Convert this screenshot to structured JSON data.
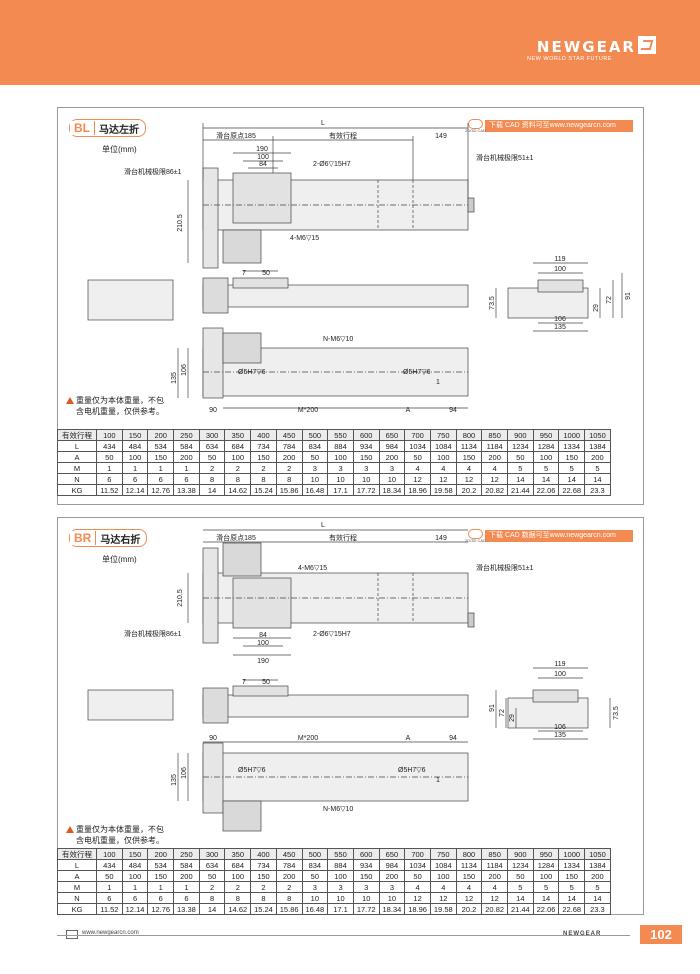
{
  "brand": {
    "name": "NEWGEAR",
    "tagline": "NEW WORLD STAR FUTURE",
    "accent": "#f28a52"
  },
  "sections": [
    {
      "code": "BL",
      "title": "马达左折",
      "unit": "单位(mm)",
      "cad": {
        "icon_text": "2D/3D CAD",
        "text": "下载 CAD 资料可至www.newgearcn.com"
      },
      "dims": {
        "L": "L",
        "origin": "滑台原点185",
        "stroke": "有效行程",
        "d149": "149",
        "d190": "190",
        "d100": "100",
        "d84": "84",
        "hole": "2-Ø6▽15H7",
        "left_limit": "滑台机械极限86±1",
        "right_limit": "滑台机械极限51±1",
        "d2105": "210.5",
        "m6": "4-M6▽15",
        "d7": "7",
        "d50": "50",
        "nm6": "N-M6▽10",
        "d135": "135",
        "d106": "106",
        "pin1": "Ø5H7▽6",
        "pin2": "Ø5H7▽6",
        "d1": "1",
        "d90": "90",
        "mx200": "M*200",
        "dA": "A",
        "d94": "94",
        "e119": "119",
        "e100": "100",
        "e735": "73.5",
        "e29": "29",
        "e72": "72",
        "e91": "91",
        "e106": "106",
        "e135": "135"
      },
      "note": [
        "重量仅为本体重量，不包",
        "含电机重量，仅供参考。"
      ]
    },
    {
      "code": "BR",
      "title": "马达右折",
      "unit": "单位(mm)",
      "cad": {
        "icon_text": "2D/3D CAD",
        "text": "下载 CAD 数据可至www.newgearcn.com"
      },
      "dims": {
        "L": "L",
        "origin": "滑台原点185",
        "stroke": "有效行程",
        "d149": "149",
        "d190": "190",
        "d100": "100",
        "d84": "84",
        "hole": "2-Ø6▽15H7",
        "left_limit": "滑台机械极限86±1",
        "right_limit": "滑台机械极限51±1",
        "d2105": "210.5",
        "m6": "4-M6▽15",
        "d7": "7",
        "d50": "50",
        "nm6": "N-M6▽10",
        "d135": "135",
        "d106": "106",
        "pin1": "Ø5H7▽6",
        "pin2": "Ø5H7▽6",
        "d1": "1",
        "d90": "90",
        "mx200": "M*200",
        "dA": "A",
        "d94": "94",
        "e119": "119",
        "e100": "100",
        "e735": "73.5",
        "e29": "29",
        "e72": "72",
        "e91": "91",
        "e106": "106",
        "e135": "135"
      },
      "note": [
        "重量仅为本体重量，不包",
        "含电机重量，仅供参考。"
      ]
    }
  ],
  "table": {
    "stroke_label": "有效行程",
    "strokes": [
      "100",
      "150",
      "200",
      "250",
      "300",
      "350",
      "400",
      "450",
      "500",
      "550",
      "600",
      "650",
      "700",
      "750",
      "800",
      "850",
      "900",
      "950",
      "1000",
      "1050"
    ],
    "rows": [
      {
        "label": "L",
        "values": [
          "434",
          "484",
          "534",
          "584",
          "634",
          "684",
          "734",
          "784",
          "834",
          "884",
          "934",
          "984",
          "1034",
          "1084",
          "1134",
          "1184",
          "1234",
          "1284",
          "1334",
          "1384"
        ]
      },
      {
        "label": "A",
        "values": [
          "50",
          "100",
          "150",
          "200",
          "50",
          "100",
          "150",
          "200",
          "50",
          "100",
          "150",
          "200",
          "50",
          "100",
          "150",
          "200",
          "50",
          "100",
          "150",
          "200"
        ]
      },
      {
        "label": "M",
        "values": [
          "1",
          "1",
          "1",
          "1",
          "2",
          "2",
          "2",
          "2",
          "3",
          "3",
          "3",
          "3",
          "4",
          "4",
          "4",
          "4",
          "5",
          "5",
          "5",
          "5"
        ]
      },
      {
        "label": "N",
        "values": [
          "6",
          "6",
          "6",
          "6",
          "8",
          "8",
          "8",
          "8",
          "10",
          "10",
          "10",
          "10",
          "12",
          "12",
          "12",
          "12",
          "14",
          "14",
          "14",
          "14"
        ]
      },
      {
        "label": "KG",
        "values": [
          "11.52",
          "12.14",
          "12.76",
          "13.38",
          "14",
          "14.62",
          "15.24",
          "15.86",
          "16.48",
          "17.1",
          "17.72",
          "18.34",
          "18.96",
          "19.58",
          "20.2",
          "20.82",
          "21.44",
          "22.06",
          "22.68",
          "23.3"
        ]
      }
    ]
  },
  "footer": {
    "url": "www.newgearcn.com",
    "brand": "NEWGEAR",
    "page": "102"
  }
}
